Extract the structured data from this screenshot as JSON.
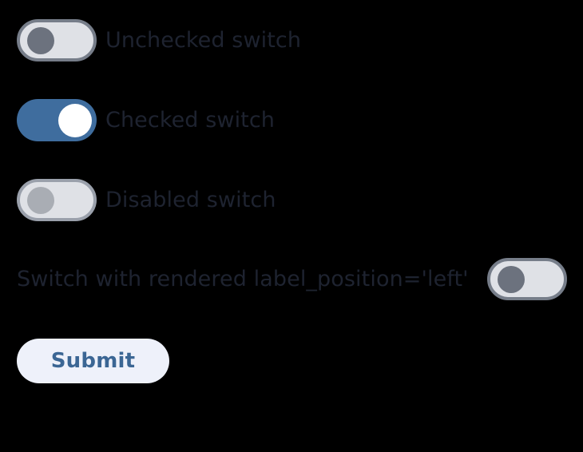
{
  "page": {
    "background_color": "#000000"
  },
  "form": {
    "rows": [
      {
        "name": "unchecked-switch",
        "label": "Unchecked switch",
        "state": "off",
        "label_position": "right",
        "disabled": false,
        "track_color": "#dfe1e6",
        "border_color": "#767d89",
        "knob_color": "#6c727e",
        "label_color": "#1e2330"
      },
      {
        "name": "checked-switch",
        "label": "Checked switch",
        "state": "on",
        "label_position": "right",
        "disabled": false,
        "track_color": "#3f6d9e",
        "border_color": "#3f6d9e",
        "knob_color": "#ffffff",
        "label_color": "#1e2330"
      },
      {
        "name": "disabled-switch",
        "label": "Disabled switch",
        "state": "off",
        "label_position": "right",
        "disabled": true,
        "track_color": "#dfe1e6",
        "border_color": "#9aa0ab",
        "knob_color": "#a9adb4",
        "label_color": "#1e2330"
      },
      {
        "name": "left-label-switch",
        "label": "Switch with rendered label_position='left'",
        "state": "off",
        "label_position": "left",
        "disabled": false,
        "track_color": "#dfe1e6",
        "border_color": "#767d89",
        "knob_color": "#6c727e",
        "label_color": "#1e2330"
      }
    ],
    "submit": {
      "label": "Submit",
      "background_color": "#eef1fa",
      "text_color": "#3b6694"
    }
  }
}
